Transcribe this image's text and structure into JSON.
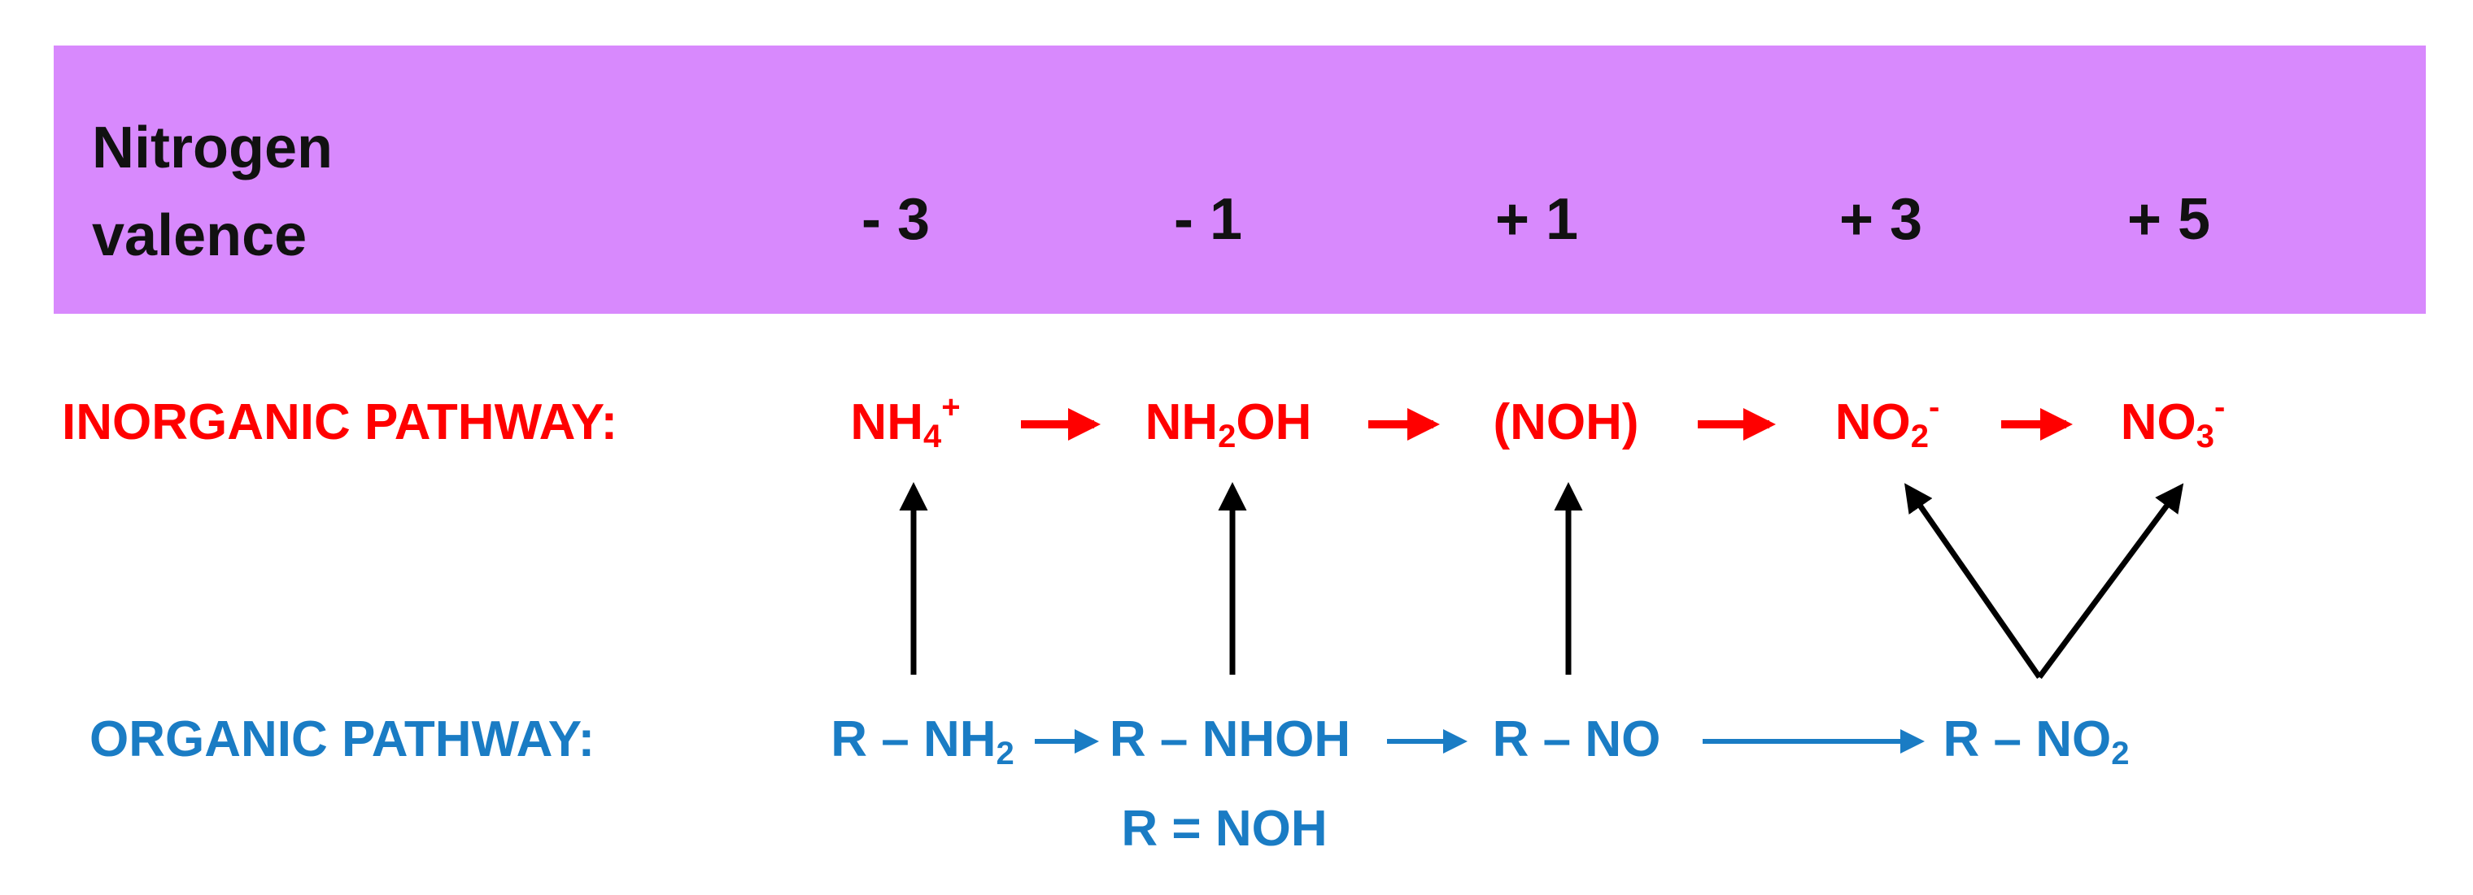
{
  "header": {
    "title_line1": "Nitrogen",
    "title_line2": "valence",
    "valences": [
      "- 3",
      "- 1",
      "+ 1",
      "+ 3",
      "+ 5"
    ],
    "band_color": "#d889fd"
  },
  "inorganic": {
    "label": "INORGANIC PATHWAY:",
    "color": "#ff0000",
    "species": [
      {
        "base": "NH",
        "sub": "4",
        "sup": "+",
        "tail": ""
      },
      {
        "base": "NH",
        "sub": "2",
        "sup": "",
        "tail": "OH"
      },
      {
        "base": "(NOH)",
        "sub": "",
        "sup": "",
        "tail": ""
      },
      {
        "base": "NO",
        "sub": "2",
        "sup": "-",
        "tail": ""
      },
      {
        "base": "NO",
        "sub": "3",
        "sup": "-",
        "tail": ""
      }
    ]
  },
  "organic": {
    "label": "ORGANIC PATHWAY:",
    "color": "#1a7cc4",
    "species": [
      {
        "base": "R – NH",
        "sub": "2",
        "tail": ""
      },
      {
        "base": "R – NHOH",
        "sub": "",
        "tail": ""
      },
      {
        "base": "R – NO",
        "sub": "",
        "tail": ""
      },
      {
        "base": "R – NO",
        "sub": "2",
        "tail": ""
      }
    ],
    "extra": "R = NOH"
  }
}
